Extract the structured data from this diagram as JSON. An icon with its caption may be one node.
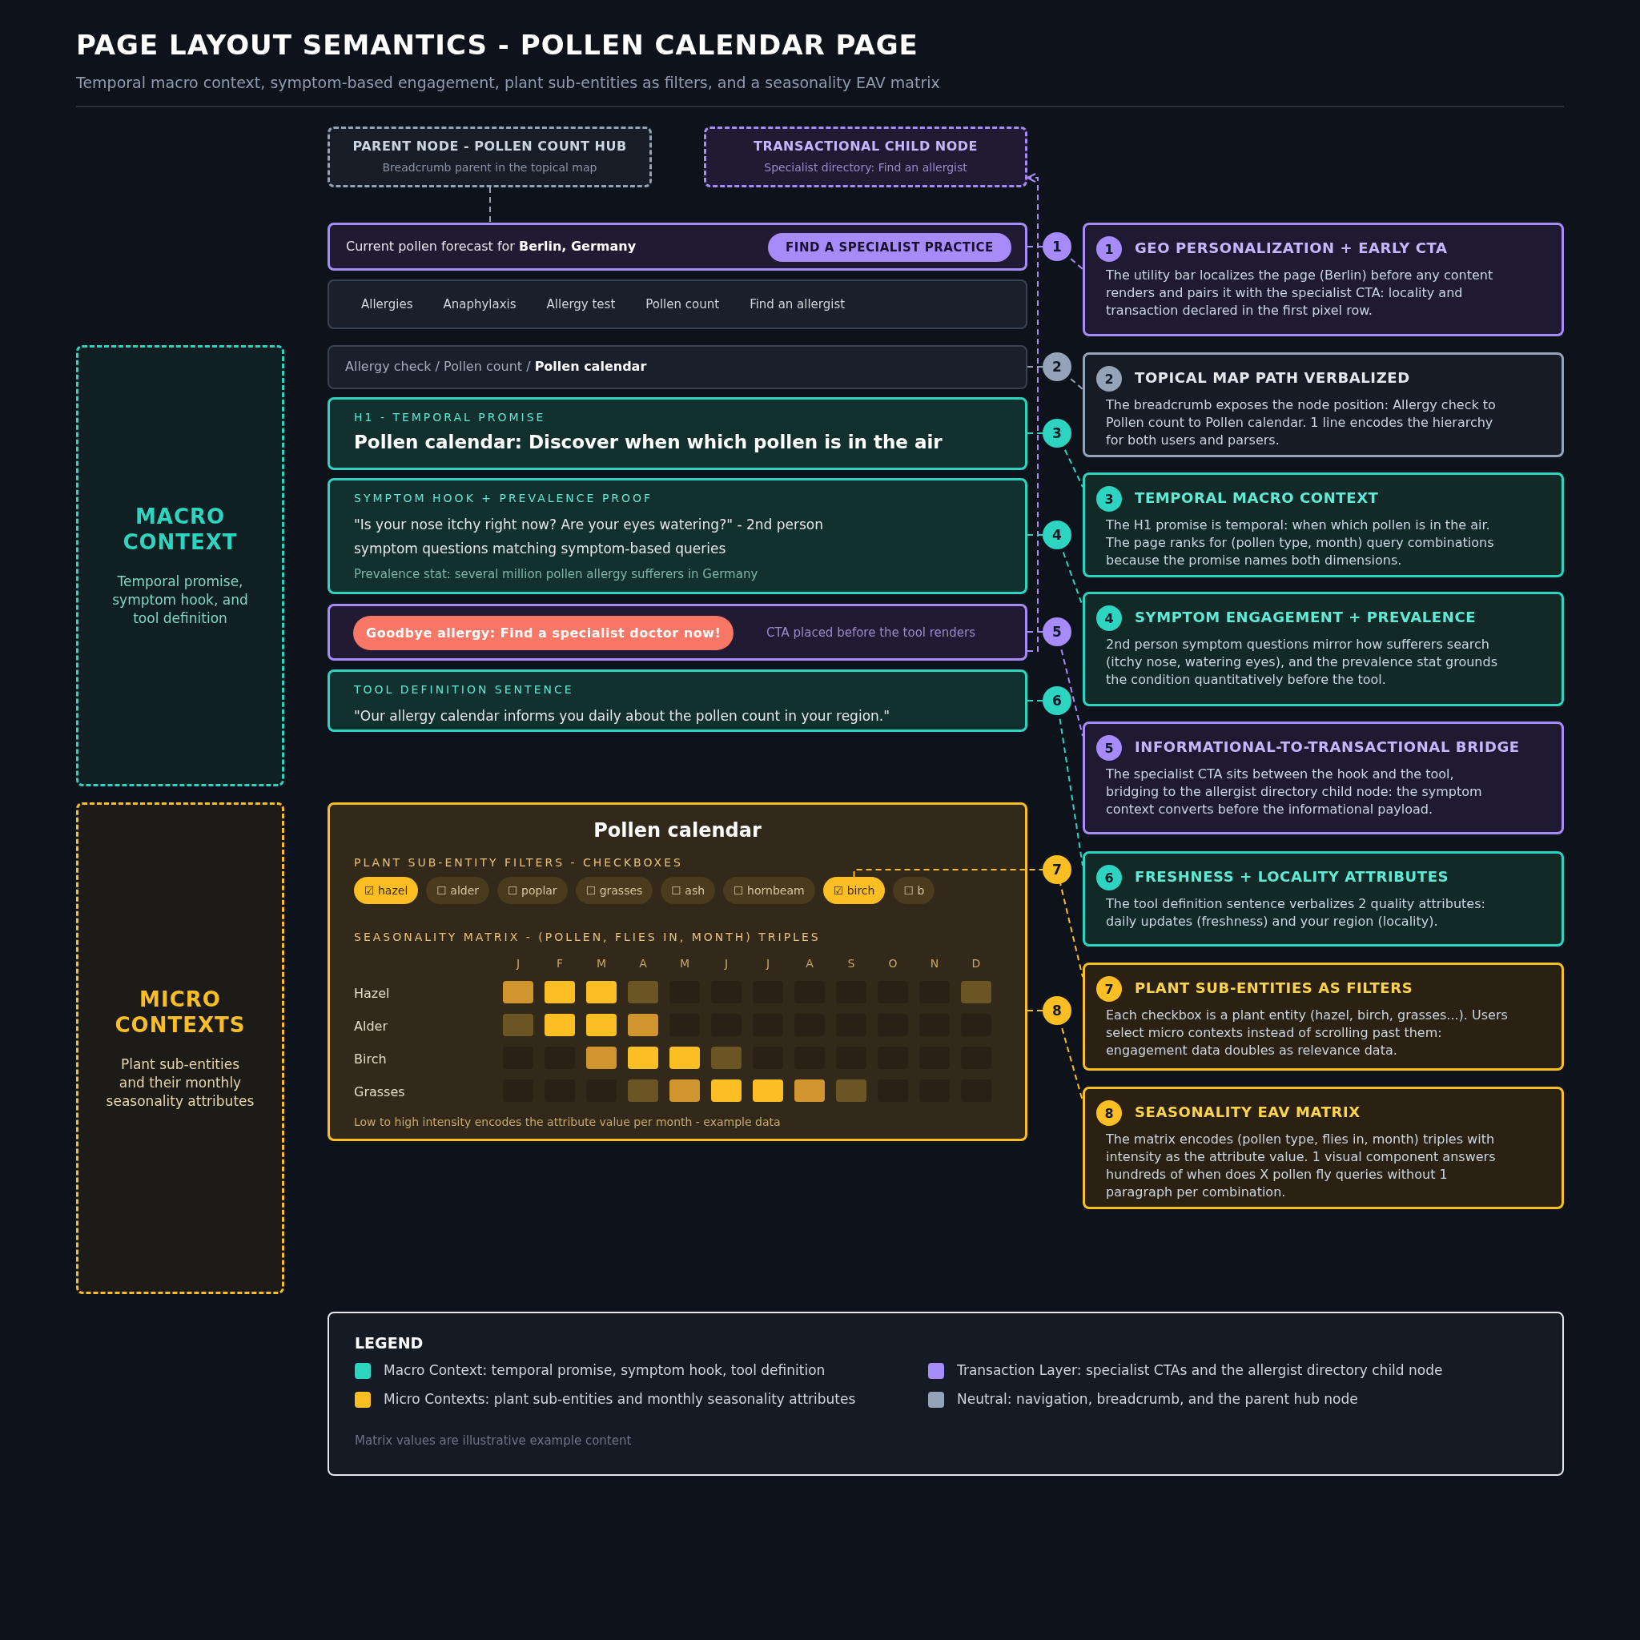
{
  "diagram": {
    "title": "PAGE LAYOUT SEMANTICS - POLLEN CALENDAR PAGE",
    "nodes": [
      {
        "text": [
          "PARENT NODE - POLLEN COUNT HUB",
          "Breadcrumb parent in the topical map"
        ]
      },
      {
        "text": [
          "TRANSACTIONAL CHILD NODE",
          "Specialist directory: Find an allergist"
        ]
      },
      {
        "text": [
          "Current pollen forecast for **Berlin, Germany**"
        ]
      },
      {
        "text": [
          "FIND A SPECIALIST PRACTICE"
        ],
        "in": 2
      },
      {
        "text": [
          "Allergies",
          "Anaphylaxis",
          "Allergy test",
          "Pollen count",
          "Find an allergist"
        ]
      },
      {
        "text": [
          "MACRO CONTEXT",
          "Temporal promise, symptom hook, and tool definition"
        ]
      },
      {
        "text": [
          "Allergy check / Pollen count / **Pollen calendar**"
        ]
      },
      {
        "text": [
          "H1 - TEMPORAL PROMISE",
          "Pollen calendar: Discover when which pollen is in the air"
        ]
      },
      {
        "text": [
          "SYMPTOM HOOK + PREVALENCE PROOF",
          "\"Is your nose itchy right now? Are your eyes watering?\" - 2nd person symptom questions matching symptom-based queries",
          "Prevalence stat: several million pollen allergy sufferers in Germany"
        ]
      },
      {
        "text": [
          "CTA placed before the tool renders"
        ]
      },
      {
        "text": [
          "Goodbye allergy: Find a specialist doctor now!"
        ],
        "in": 9
      },
      {
        "text": [
          "TOOL DEFINITION SENTENCE",
          "\"Our allergy calendar informs you daily about the pollen count in your region.\""
        ]
      },
      {
        "text": [
          "MICRO CONTEXTS",
          "Plant sub-entities and their monthly seasonality attributes"
        ]
      },
      {
        "text": [
          "Pollen calendar",
          "PLANT SUB-ENTITY FILTERS - CHECKBOXES",
          "SEASONALITY MATRIX - (POLLEN, FLIES IN, MONTH) TRIPLES",
          "Low to high intensity encodes the attribute value per month - example data"
        ]
      },
      {
        "text": [
          "☑ hazel"
        ],
        "in": 13
      },
      {
        "text": [
          "☐ alder"
        ],
        "in": 13
      },
      {
        "text": [
          "☐ poplar"
        ],
        "in": 13
      },
      {
        "text": [
          "☐ grasses"
        ],
        "in": 13
      },
      {
        "text": [
          "☐ ash"
        ],
        "in": 13
      },
      {
        "text": [
          "☐ hornbeam"
        ],
        "in": 13
      },
      {
        "text": [
          "☑ birch"
        ],
        "in": 13
      },
      {
        "text": [
          "☐ b"
        ],
        "in": 13
      },
      {
        "text": [
          "1"
        ]
      },
      {
        "text": [
          "2"
        ]
      },
      {
        "text": [
          "3"
        ]
      },
      {
        "text": [
          "4"
        ]
      },
      {
        "text": [
          "5"
        ]
      },
      {
        "text": [
          "6"
        ]
      },
      {
        "text": [
          "7"
        ]
      },
      {
        "text": [
          "8"
        ]
      },
      {
        "text": [
          "1",
          "GEO PERSONALIZATION + EARLY CTA",
          "The utility bar localizes the page (Berlin) before any content renders and pairs it with the specialist CTA: locality and transaction declared in the first pixel row."
        ]
      },
      {
        "text": [
          "2",
          "TOPICAL MAP PATH VERBALIZED",
          "The breadcrumb exposes the node position: Allergy check to Pollen count to Pollen calendar. 1 line encodes the hierarchy for both users and parsers."
        ]
      },
      {
        "text": [
          "3",
          "TEMPORAL MACRO CONTEXT",
          "The H1 promise is temporal: when which pollen is in the air. The page ranks for (pollen type, month) query combinations because the promise names both dimensions."
        ]
      },
      {
        "text": [
          "4",
          "SYMPTOM ENGAGEMENT + PREVALENCE",
          "2nd person symptom questions mirror how sufferers search (itchy nose, watering eyes), and the prevalence stat grounds the condition quantitatively before the tool."
        ]
      },
      {
        "text": [
          "5",
          "INFORMATIONAL-TO-TRANSACTIONAL BRIDGE",
          "The specialist CTA sits between the hook and the tool, bridging to the allergist directory child node: the symptom context converts before the informational payload."
        ]
      },
      {
        "text": [
          "6",
          "FRESHNESS + LOCALITY ATTRIBUTES",
          "The tool definition sentence verbalizes 2 quality attributes: daily updates (freshness) and your region (locality)."
        ]
      },
      {
        "text": [
          "7",
          "PLANT SUB-ENTITIES AS FILTERS",
          "Each checkbox is a plant entity (hazel, birch, grasses...). Users select micro contexts instead of scrolling past them: engagement data doubles as relevance data."
        ]
      },
      {
        "text": [
          "8",
          "SEASONALITY EAV MATRIX",
          "The matrix encodes (pollen type, flies in, month) triples with intensity as the attribute value. 1 visual component answers hundreds of when does X pollen fly queries without 1 paragraph per combination."
        ]
      }
    ],
    "edges": [
      {
        "from": 0,
        "to": 2,
        "arrow": "none",
        "style": "dashed",
        "color": "#94a3b8"
      },
      {
        "from": 9,
        "to": 1,
        "arrow": "to",
        "style": "dashed",
        "color": "#a78bfa"
      },
      {
        "from": 2,
        "to": 30,
        "arrow": "none",
        "style": "dashed",
        "color": "#a78bfa"
      },
      {
        "from": 6,
        "to": 31,
        "arrow": "none",
        "style": "dashed",
        "color": "#94a3b8"
      },
      {
        "from": 7,
        "to": 32,
        "arrow": "none",
        "style": "dashed",
        "color": "#2dd4bf"
      },
      {
        "from": 8,
        "to": 33,
        "arrow": "none",
        "style": "dashed",
        "color": "#2dd4bf"
      },
      {
        "from": 9,
        "to": 34,
        "arrow": "none",
        "style": "dashed",
        "color": "#a78bfa"
      },
      {
        "from": 11,
        "to": 35,
        "arrow": "none",
        "style": "dashed",
        "color": "#2dd4bf"
      },
      {
        "from": 20,
        "to": 36,
        "arrow": "none",
        "style": "dashed",
        "color": "#fbbf24"
      },
      {
        "from": 13,
        "to": 37,
        "arrow": "none",
        "style": "dashed",
        "color": "#fbbf24"
      }
    ],
    "labels": [
      "Temporal macro context, symptom-based engagement, plant sub-entities as filters, and a seasonality EAV matrix",
      "J",
      "F",
      "M",
      "A",
      "M",
      "J",
      "J",
      "A",
      "S",
      "O",
      "N",
      "D",
      "Hazel",
      "Alder",
      "Birch",
      "Grasses",
      "LEGEND",
      "Matrix values are illustrative example content"
    ],
    "legend": [
      {
        "text": "Macro Context: temporal promise, symptom hook, tool definition",
        "color": "#2dd4bf"
      },
      {
        "text": "Transaction Layer: specialist CTAs and the allergist directory child node",
        "color": "#a78bfa"
      },
      {
        "text": "Micro Contexts: plant sub-entities and monthly seasonality attributes",
        "color": "#fbbf24"
      },
      {
        "text": "Neutral: navigation, breadcrumb, and the parent hub node",
        "color": "#94a3b8"
      }
    ]
  }
}
